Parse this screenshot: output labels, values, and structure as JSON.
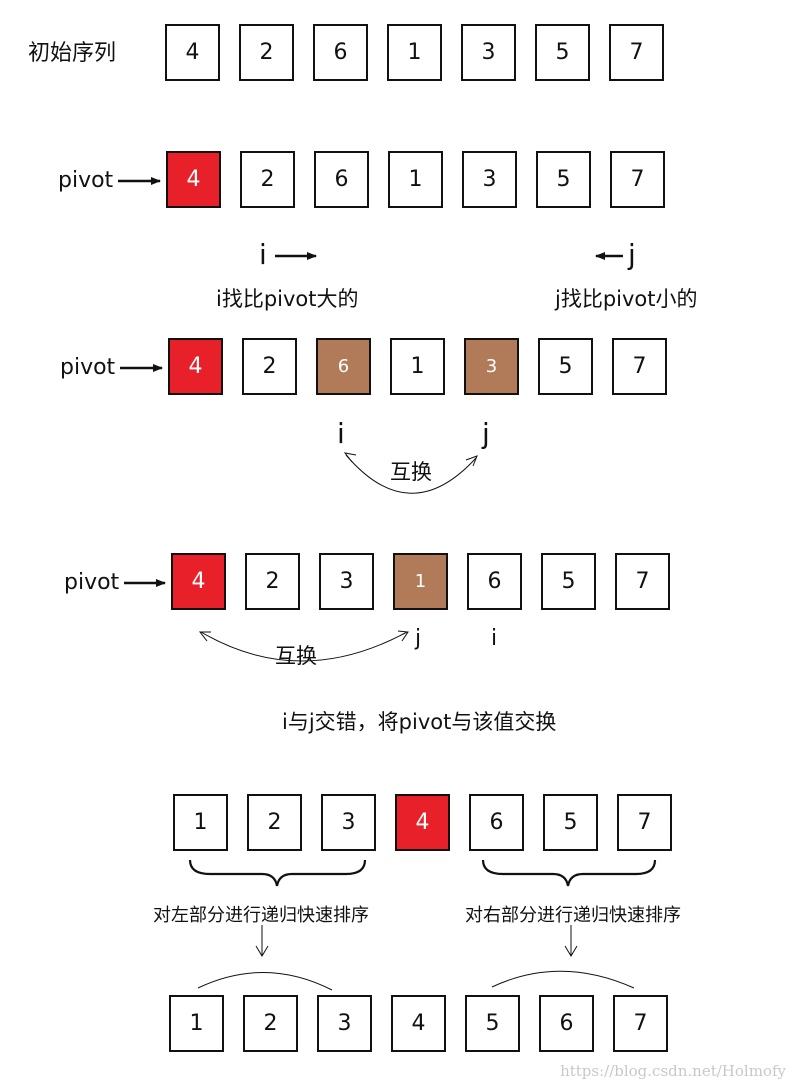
{
  "rows": {
    "initial": {
      "label": "初始序列",
      "values": [
        "4",
        "2",
        "6",
        "1",
        "3",
        "5",
        "7"
      ]
    },
    "row2": {
      "pointer_label": "pivot",
      "values": [
        "4",
        "2",
        "6",
        "1",
        "3",
        "5",
        "7"
      ]
    },
    "row3": {
      "pointer_label": "pivot",
      "values": [
        "4",
        "2",
        "6",
        "1",
        "3",
        "5",
        "7"
      ]
    },
    "row4": {
      "pointer_label": "pivot",
      "values": [
        "4",
        "2",
        "3",
        "1",
        "6",
        "5",
        "7"
      ]
    },
    "row5": {
      "values": [
        "1",
        "2",
        "3",
        "4",
        "6",
        "5",
        "7"
      ]
    },
    "row6": {
      "values": [
        "1",
        "2",
        "3",
        "4",
        "5",
        "6",
        "7"
      ]
    }
  },
  "texts": {
    "i_label": "i",
    "j_label": "j",
    "i_desc": "i找比pivot大的",
    "j_desc": "j找比pivot小的",
    "swap": "互换",
    "cross_note": "i与j交错，将pivot与该值交换",
    "left_recursion": "对左部分进行递归快速排序",
    "right_recursion": "对右部分进行递归快速排序"
  },
  "colors": {
    "pivot": "#e8202a",
    "swap": "#b17b59",
    "outline": "#111111"
  },
  "watermark": "https://blog.csdn.net/Holmofy"
}
